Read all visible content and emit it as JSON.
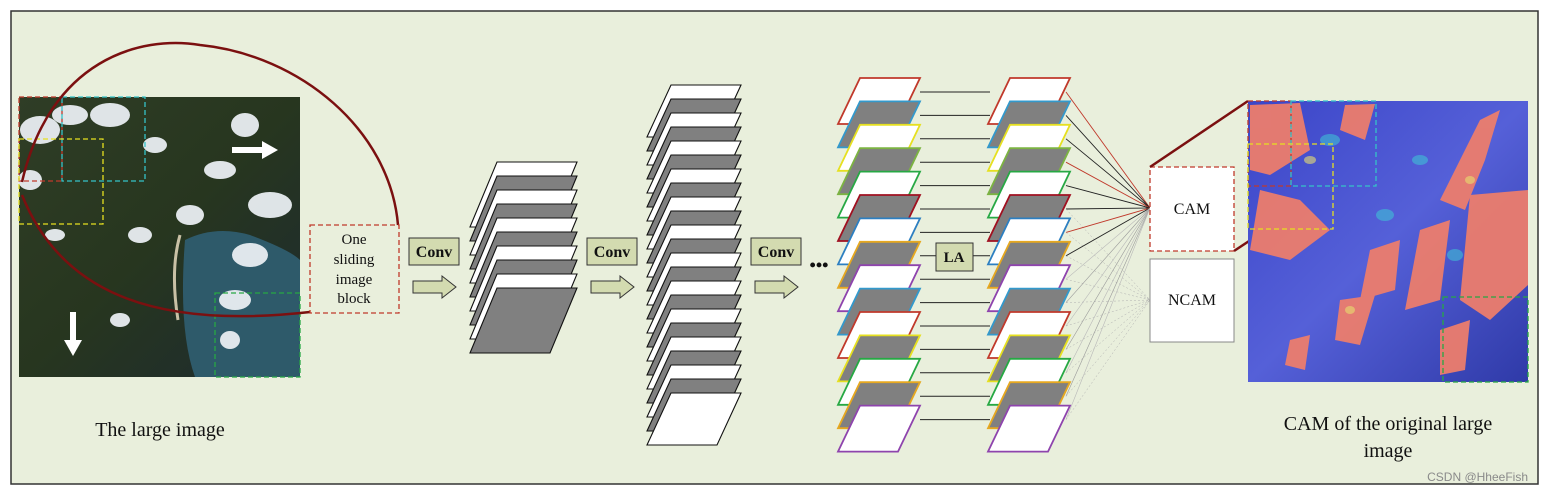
{
  "diagram": {
    "left_image_caption": "The large image",
    "sliding_block_label": [
      "One",
      "sliding",
      "image",
      "block"
    ],
    "conv_labels": [
      "Conv",
      "Conv",
      "Conv"
    ],
    "ellipsis": "•••",
    "la_label": "LA",
    "cam_label": "CAM",
    "ncam_label": "NCAM",
    "right_image_caption": [
      "CAM of the original large",
      "image"
    ],
    "watermark": "CSDN @HheeFish"
  },
  "colors": {
    "background": "#e9efdc",
    "frame": "#333333",
    "conv_box": "#d3dbb0",
    "arrow_fill": "#d3dbb0",
    "sliding_box_border": "#c0392b",
    "curve": "#7b1010",
    "box_colors": [
      "#c0392b",
      "#3399cc",
      "#e6e020",
      "#7cb342",
      "#27a844",
      "#a01020",
      "#2d7fc1",
      "#e6a820",
      "#8e44ad"
    ]
  }
}
